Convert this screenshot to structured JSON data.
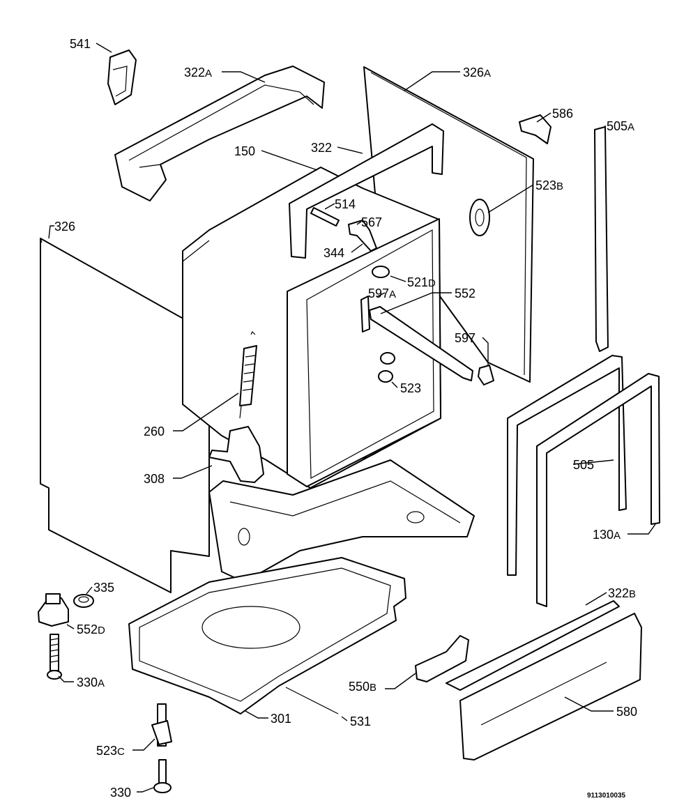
{
  "labels": {
    "p541": "541",
    "p322A": "322",
    "p322A_sfx": "A",
    "p326A": "326",
    "p326A_sfx": "A",
    "p586": "586",
    "p505A": "505",
    "p505A_sfx": "A",
    "p150": "150",
    "p322": "322",
    "p523B": "523",
    "p523B_sfx": "B",
    "p514": "514",
    "p567": "567",
    "p344": "344",
    "p326": "326",
    "p521D": "521",
    "p521D_sfx": "D",
    "p597A": "597",
    "p597A_sfx": "A",
    "p552": "552",
    "p597": "597",
    "p523": "523",
    "p260": "260",
    "p308": "308",
    "p505": "505",
    "p130A": "130",
    "p130A_sfx": "A",
    "p335": "335",
    "p322B": "322",
    "p322B_sfx": "B",
    "p552D": "552",
    "p552D_sfx": "D",
    "p330A": "330",
    "p330A_sfx": "A",
    "p550B": "550",
    "p550B_sfx": "B",
    "p301": "301",
    "p531": "531",
    "p580": "580",
    "p523C": "523",
    "p523C_sfx": "C",
    "p330": "330"
  },
  "drawing_code": "9113010035"
}
